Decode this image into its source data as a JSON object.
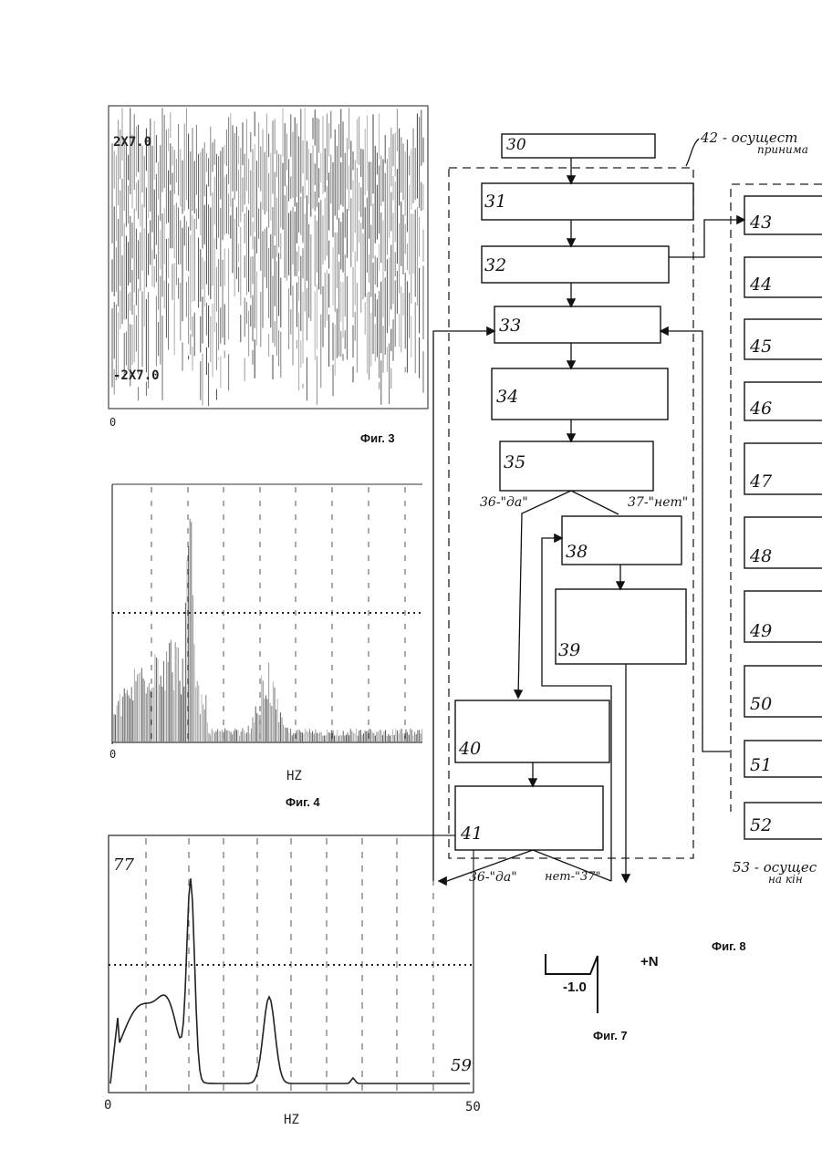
{
  "figures": {
    "fig3": {
      "caption": "Фиг. 3",
      "axis_origin": "0",
      "top_value_label": "2X7.0",
      "bottom_value_label": "-2X7.0"
    },
    "fig4": {
      "caption": "Фиг. 4",
      "axis_origin": "0",
      "xlabel": "HZ"
    },
    "fig5": {
      "axis_origin": "0",
      "axis_max": "50",
      "xlabel": "HZ",
      "top_left_label": "77",
      "bottom_right_label": "59"
    },
    "fig7": {
      "caption": "Фиг. 7",
      "value_label": "-1.0",
      "side_label": "+N"
    },
    "fig8": {
      "caption": "Фиг. 8",
      "group_42_label": "42 - осущест",
      "group_42_label2": "принима",
      "group_53_label": "53 - осущес",
      "group_53_label2": "на кін",
      "blocks": {
        "b30": "30",
        "b31": "31",
        "b32": "32",
        "b33": "33",
        "b34": "34",
        "b35": "35",
        "b38": "38",
        "b39": "39",
        "b40": "40",
        "b41": "41",
        "b43": "43",
        "b44": "44",
        "b45": "45",
        "b46": "46",
        "b47": "47",
        "b48": "48",
        "b49": "49",
        "b50": "50",
        "b51": "51",
        "b52": "52"
      },
      "branch_labels": {
        "yes_36_top": "36-\"да\"",
        "no_37_top": "37-\"нет\"",
        "yes_36_bottom": "36-\"да\"",
        "no_37_bottom": "нет-\"37\""
      }
    }
  }
}
